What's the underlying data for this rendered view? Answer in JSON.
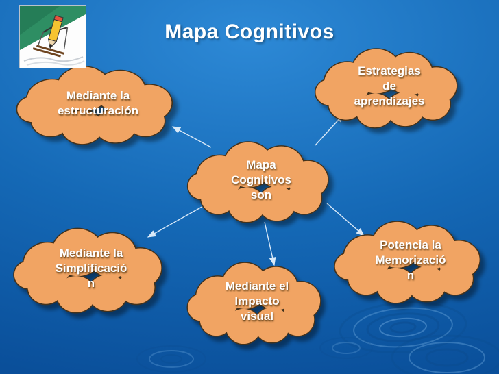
{
  "slide": {
    "title": "Mapa Cognitivos"
  },
  "clouds": {
    "center": {
      "text": "Mapa\nCognitivos\nson"
    },
    "top_left": {
      "text": "Mediante la\nestructuración"
    },
    "top_right": {
      "text": "Estrategias\nde\naprendizajes"
    },
    "bottom_left": {
      "text": "Mediante la\nSimplificació\nn"
    },
    "bottom_center": {
      "text": "Mediante el\nImpacto\nvisual"
    },
    "bottom_right": {
      "text": "Potencia la\nMemorizació\nn"
    }
  },
  "edges": [
    {
      "from": "center",
      "to": "top_left"
    },
    {
      "from": "center",
      "to": "top_right"
    },
    {
      "from": "center",
      "to": "bottom_left"
    },
    {
      "from": "center",
      "to": "bottom_center"
    },
    {
      "from": "center",
      "to": "bottom_right"
    }
  ],
  "icons": {
    "clipart": "pencil-skier-image",
    "connector": "arrowhead"
  },
  "colors": {
    "background_top": "#2d89d6",
    "background_bottom": "#0a4f9a",
    "cloud_fill": "#f1a464",
    "cloud_outline": "#42301c",
    "text_color": "#ffffff",
    "arrow_color": "#d9e9f8",
    "title_color": "#ffffff"
  }
}
